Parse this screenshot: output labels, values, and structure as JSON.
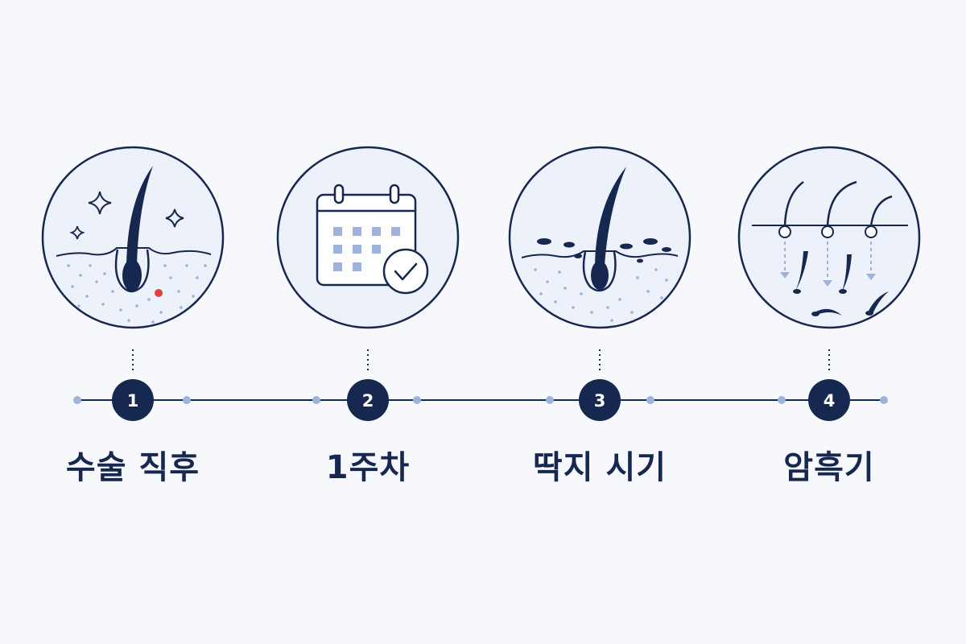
{
  "steps": [
    {
      "number": "1",
      "label": "수술 직후",
      "icon": "hair-follicle-sparkle-icon"
    },
    {
      "number": "2",
      "label": "1주차",
      "icon": "calendar-check-icon"
    },
    {
      "number": "3",
      "label": "딱지 시기",
      "icon": "hair-follicle-scab-icon"
    },
    {
      "number": "4",
      "label": "암흑기",
      "icon": "hair-shedding-icon"
    }
  ],
  "colors": {
    "navy": "#16284f",
    "accent_light": "#9db3d8",
    "circle_fill": "#edf1fa",
    "marker_red": "#e04040",
    "background": "#f7f8fb"
  }
}
